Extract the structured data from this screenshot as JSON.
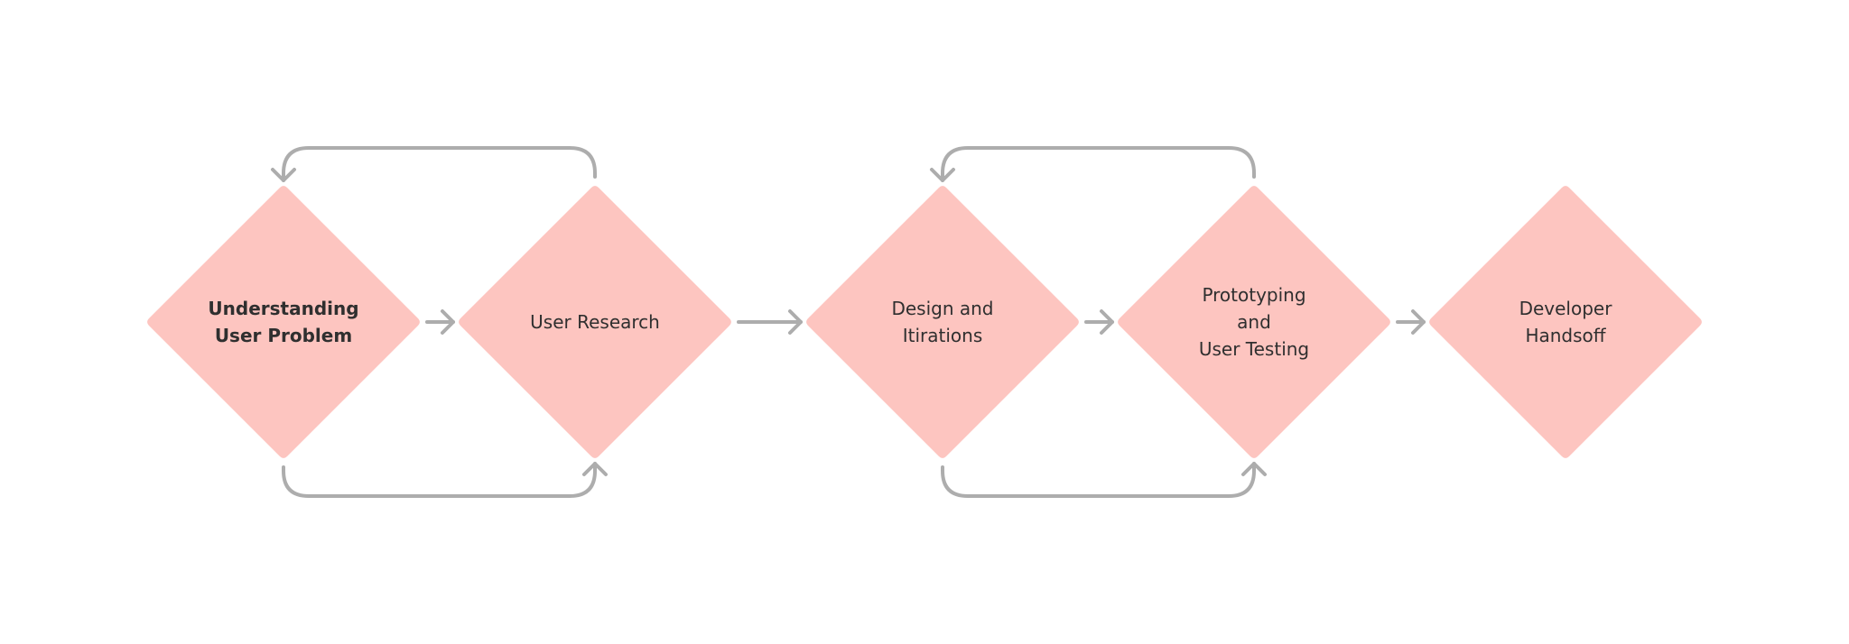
{
  "diagram": {
    "colors": {
      "node_fill": "#fdc5c0",
      "connector": "#adadad",
      "text": "#2f2f2f"
    },
    "nodes": [
      {
        "id": "understanding-user-problem",
        "lines": [
          "Understanding",
          "User Problem"
        ],
        "emphasis": true
      },
      {
        "id": "user-research",
        "lines": [
          "User Research"
        ],
        "emphasis": false
      },
      {
        "id": "design-and-itirations",
        "lines": [
          "Design and",
          "Itirations"
        ],
        "emphasis": false
      },
      {
        "id": "prototyping-user-testing",
        "lines": [
          "Prototyping",
          "and",
          "User Testing"
        ],
        "emphasis": false
      },
      {
        "id": "developer-handsoff",
        "lines": [
          "Developer",
          "Handsoff"
        ],
        "emphasis": false
      }
    ],
    "edges": [
      {
        "from": "understanding-user-problem",
        "to": "user-research",
        "kind": "straight"
      },
      {
        "from": "user-research",
        "to": "design-and-itirations",
        "kind": "straight"
      },
      {
        "from": "design-and-itirations",
        "to": "prototyping-user-testing",
        "kind": "straight"
      },
      {
        "from": "prototyping-user-testing",
        "to": "developer-handsoff",
        "kind": "straight"
      },
      {
        "from": "user-research",
        "to": "understanding-user-problem",
        "kind": "loop-top"
      },
      {
        "from": "understanding-user-problem",
        "to": "user-research",
        "kind": "loop-bottom"
      },
      {
        "from": "prototyping-user-testing",
        "to": "design-and-itirations",
        "kind": "loop-top"
      },
      {
        "from": "design-and-itirations",
        "to": "prototyping-user-testing",
        "kind": "loop-bottom"
      }
    ]
  }
}
